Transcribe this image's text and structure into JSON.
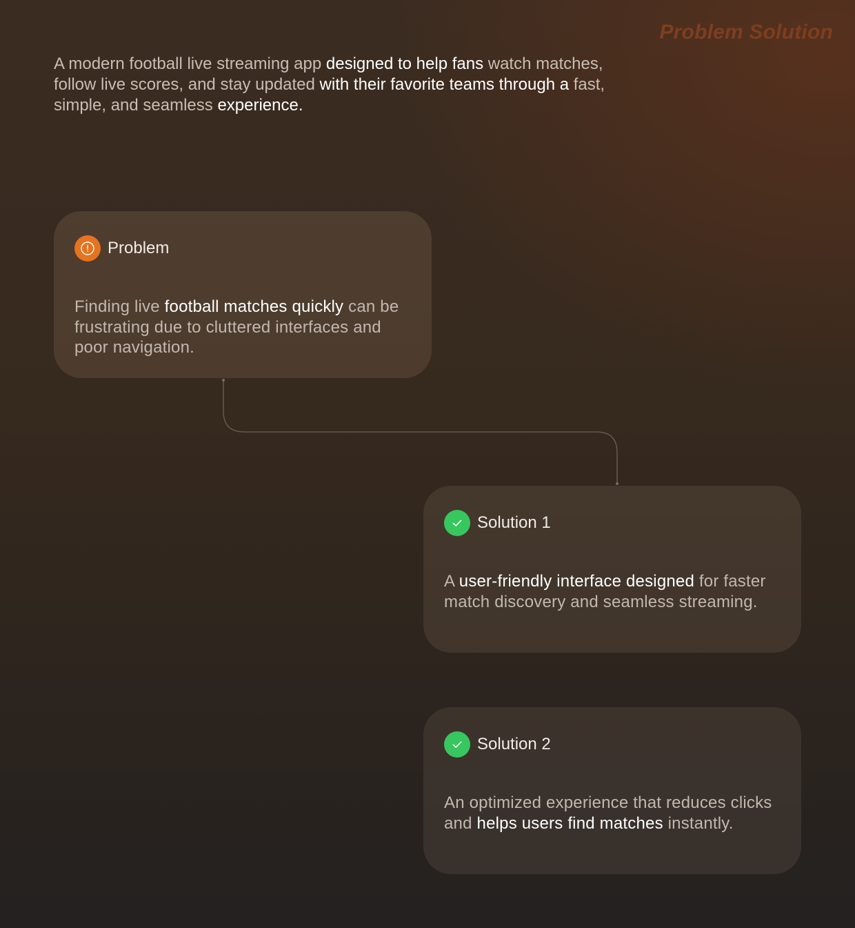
{
  "header": {
    "section_title": "Problem Solution"
  },
  "intro": {
    "segments": [
      {
        "text": "A modern football live streaming app ",
        "emphasis": false
      },
      {
        "text": "designed to help fans",
        "emphasis": true
      },
      {
        "text": " watch matches, follow live scores, and stay updated ",
        "emphasis": false
      },
      {
        "text": "with their favorite teams through a",
        "emphasis": true
      },
      {
        "text": " fast, simple, and seamless ",
        "emphasis": false
      },
      {
        "text": "experience.",
        "emphasis": true
      }
    ]
  },
  "problem": {
    "label": "Problem",
    "icon": "alert-circle-icon",
    "segments": [
      {
        "text": "Finding live ",
        "emphasis": false
      },
      {
        "text": "football matches quickly",
        "emphasis": true
      },
      {
        "text": " can be frustrating due to cluttered interfaces and poor navigation.",
        "emphasis": false
      }
    ]
  },
  "solutions": [
    {
      "label": "Solution 1",
      "icon": "check-circle-icon",
      "segments": [
        {
          "text": "A ",
          "emphasis": false
        },
        {
          "text": "user-friendly interface designed",
          "emphasis": true
        },
        {
          "text": " for faster match discovery and seamless streaming.",
          "emphasis": false
        }
      ]
    },
    {
      "label": "Solution 2",
      "icon": "check-circle-icon",
      "segments": [
        {
          "text": "An optimized experience that reduces clicks and ",
          "emphasis": false
        },
        {
          "text": "helps users find matches",
          "emphasis": true
        },
        {
          "text": " instantly.",
          "emphasis": false
        }
      ]
    }
  ],
  "colors": {
    "accent_warning": "#e5731f",
    "accent_success": "#38c65f",
    "title": "#7d3f1f"
  }
}
